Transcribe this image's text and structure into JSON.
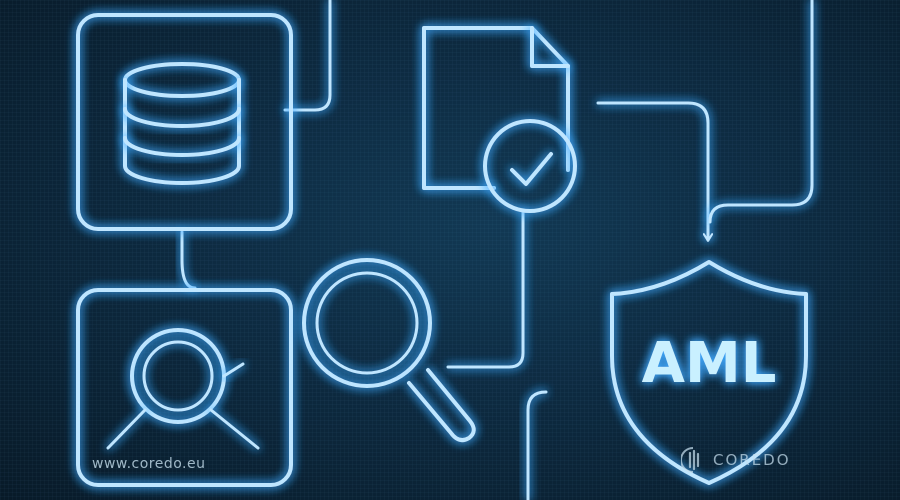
{
  "shield": {
    "label": "AML"
  },
  "footer": {
    "website": "www.coredo.eu"
  },
  "brand": {
    "name": "COREDO"
  },
  "icons": [
    "database-icon",
    "document-icon",
    "checkmark-icon",
    "magnifier-icon",
    "network-search-icon",
    "shield-icon"
  ],
  "colors": {
    "background": "#0d2a40",
    "neon": "#bfe6ff",
    "glow": "#3fa9ff"
  }
}
